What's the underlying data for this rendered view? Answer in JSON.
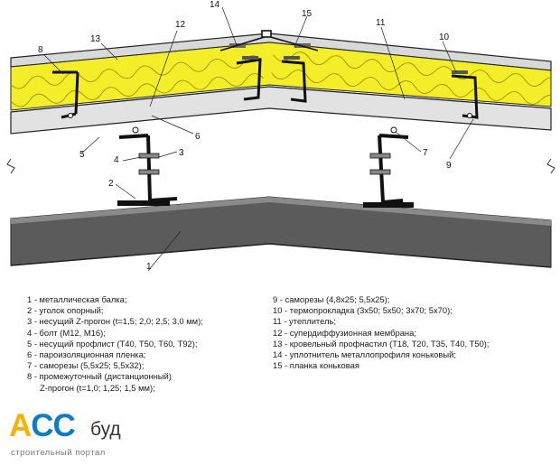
{
  "callouts": {
    "c1": "1",
    "c2": "2",
    "c3": "3",
    "c4": "4",
    "c5": "5",
    "c6": "6",
    "c7": "7",
    "c8": "8",
    "c9": "9",
    "c10": "10",
    "c11": "11",
    "c12": "12",
    "c13": "13",
    "c14": "14",
    "c15": "15"
  },
  "legend": {
    "left": [
      "1 - металлическая балка;",
      "2 - уголок опорный;",
      "3 - несущий Z-прогон (t=1,5; 2,0; 2,5; 3,0 мм);",
      "4 - болт (М12, М16);",
      "5 - несущий профлист (Т40, Т50, Т60, Т92);",
      "6 - пароизоляционная пленка;",
      "7 - саморезы (5,5х25; 5,5х32);",
      "8 - промежуточный (дистанционный)",
      "Z-прогон (t=1,0; 1,25; 1,5 мм);"
    ],
    "right": [
      "9 - саморезы (4,8х25; 5,5х25);",
      "10 - термопрокладка (3х50; 5х50; 3х70; 5х70);",
      "11 - утеплитель;",
      "12 -  супердиффузионная мембрана;",
      "13 - кровельный профнастил (Т18, Т20, Т35, Т40, Т50);",
      "14 - уплотнитель металлопрофиля коньковый;",
      "15 - планка коньковая"
    ]
  },
  "logo": {
    "main_prefix": "A",
    "main_rest": "CC",
    "suffix": "буд",
    "tagline": "строительный портал"
  },
  "colors": {
    "insulation": "#f4ee2a",
    "beam": "#5b5b5b",
    "sheet": "#d8d8d8",
    "steel": "#111111",
    "logo_blue": "#0d7cc4",
    "logo_yellow": "#f5b400"
  }
}
